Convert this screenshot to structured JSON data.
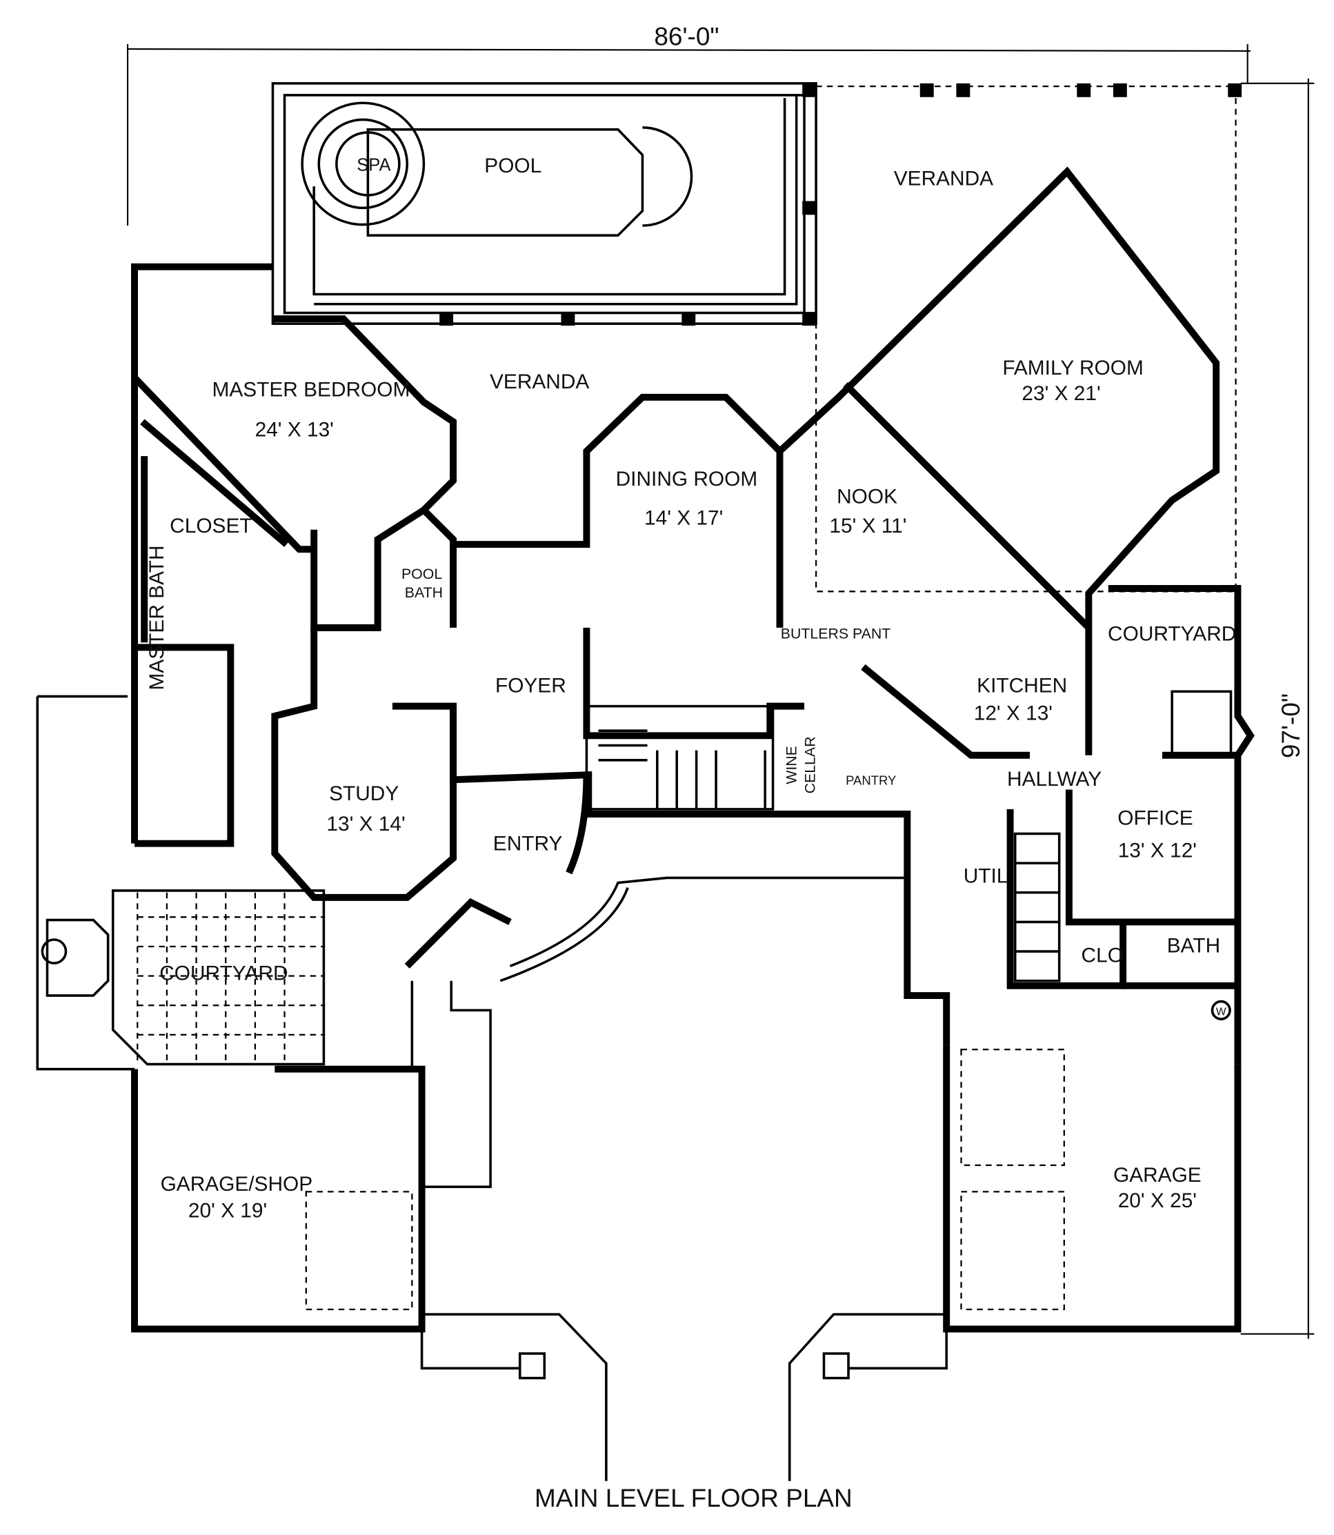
{
  "title": "MAIN LEVEL FLOOR PLAN",
  "dimensions": {
    "width": "86'-0\"",
    "depth": "97'-0\""
  },
  "rooms": {
    "spa": "SPA",
    "pool": "POOL",
    "veranda_top": "VERANDA",
    "veranda_mid": "VERANDA",
    "master_bedroom": {
      "name": "MASTER BEDROOM",
      "size": "24' X 13'"
    },
    "family_room": {
      "name": "FAMILY ROOM",
      "size": "23' X 21'"
    },
    "dining_room": {
      "name": "DINING ROOM",
      "size": "14' X 17'"
    },
    "nook": {
      "name": "NOOK",
      "size": "15' X 11'"
    },
    "closet": "CLOSET",
    "pool_bath": [
      "POOL",
      "BATH"
    ],
    "butlers_pantry": "BUTLERS PANT",
    "courtyard_right": "COURTYARD",
    "foyer": "FOYER",
    "kitchen": {
      "name": "KITCHEN",
      "size": "12' X 13'"
    },
    "master_bath": "MASTER BATH",
    "study": {
      "name": "STUDY",
      "size": "13' X 14'"
    },
    "wine_cellar": [
      "WINE",
      "CELLAR"
    ],
    "pantry": "PANTRY",
    "hallway": "HALLWAY",
    "office": {
      "name": "OFFICE",
      "size": "13' X 12'"
    },
    "entry": "ENTRY",
    "util": "UTIL",
    "courtyard_left": "COURTYARD",
    "clo": "CLO",
    "bath": "BATH",
    "washer": "W",
    "garage_shop": {
      "name": "GARAGE/SHOP",
      "size": "20' X 19'"
    },
    "garage": {
      "name": "GARAGE",
      "size": "20' X 25'"
    }
  }
}
